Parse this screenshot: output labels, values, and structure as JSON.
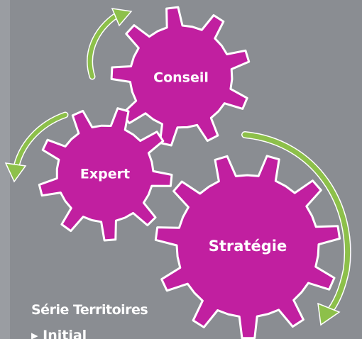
{
  "colors": {
    "background": "#8a8d92",
    "gear_fill": "#c11fa0",
    "gear_stroke": "#ffffff",
    "arrow": "#8dc04a"
  },
  "gears": {
    "conseil": {
      "label": "Conseil"
    },
    "expert": {
      "label": "Expert"
    },
    "strategie": {
      "label": "Stratégie"
    }
  },
  "series": {
    "title": "Série Territoires",
    "item": "▸ Initial"
  }
}
